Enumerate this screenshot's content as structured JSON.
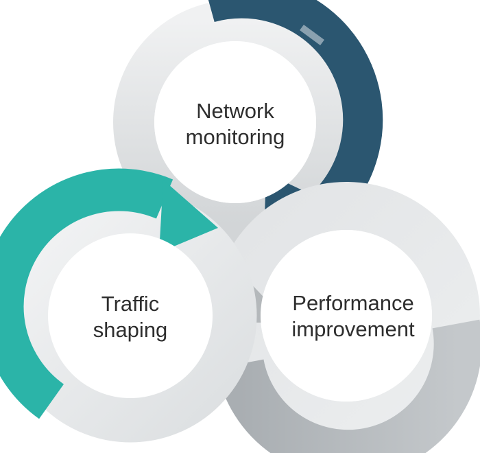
{
  "nodes": {
    "network": {
      "line1": "Network",
      "line2": "monitoring",
      "color": "#2b5670"
    },
    "traffic": {
      "line1": "Traffic",
      "line2": "shaping",
      "color": "#2bb4a8"
    },
    "performance": {
      "line1": "Performance",
      "line2": "improvement",
      "color": "#b4b8bb"
    }
  },
  "colors": {
    "ring_light": "#e8eaeb",
    "ring_mid": "#c9cdd0",
    "text": "#2e2e2e",
    "background": "#ffffff"
  }
}
